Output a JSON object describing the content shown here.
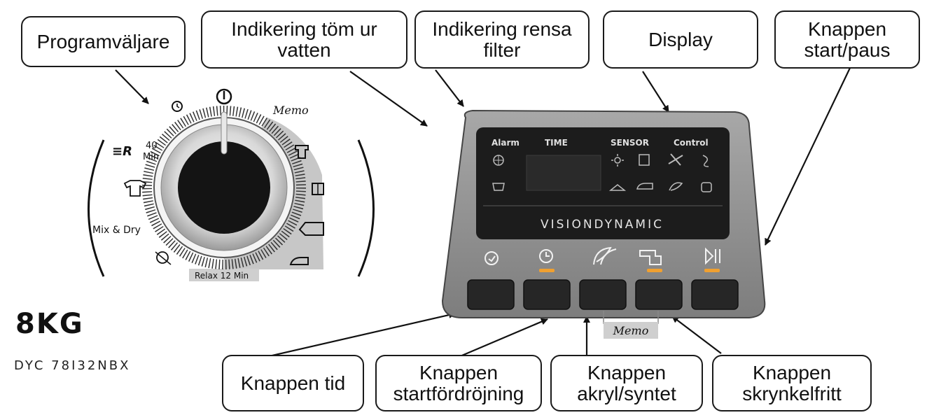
{
  "callouts": {
    "programvaljare": "Programväljare",
    "indikering_tom": [
      "Indikering töm ur",
      "vatten"
    ],
    "indikering_rensa": [
      "Indikering rensa",
      "filter"
    ],
    "display": "Display",
    "start_paus": [
      "Knappen",
      "start/paus"
    ],
    "tid": "Knappen tid",
    "startfordrojning": [
      "Knappen",
      "startfördröjning"
    ],
    "akryl": [
      "Knappen",
      "akryl/syntet"
    ],
    "skrynkel": [
      "Knappen",
      "skrynkelfritt"
    ]
  },
  "dial": {
    "memo": "Memo",
    "forty_min": [
      "40",
      "Min"
    ],
    "mix_dry": "Mix & Dry",
    "relax": "Relax 12 Min",
    "er": "R"
  },
  "panel": {
    "headers": {
      "alarm": "Alarm",
      "time": "TIME",
      "sensor": "SENSOR",
      "control": "Control"
    },
    "brand": "VISIONDYNAMIC",
    "memo_label": "Memo"
  },
  "product": {
    "capacity": "8KG",
    "model": "DYC 78I32NBX"
  },
  "colors": {
    "panel_body": "#8f8f8f",
    "panel_dark": "#1c1c1c",
    "orange_led": "#f0a030",
    "dial_gray": "#b9b9b9"
  }
}
